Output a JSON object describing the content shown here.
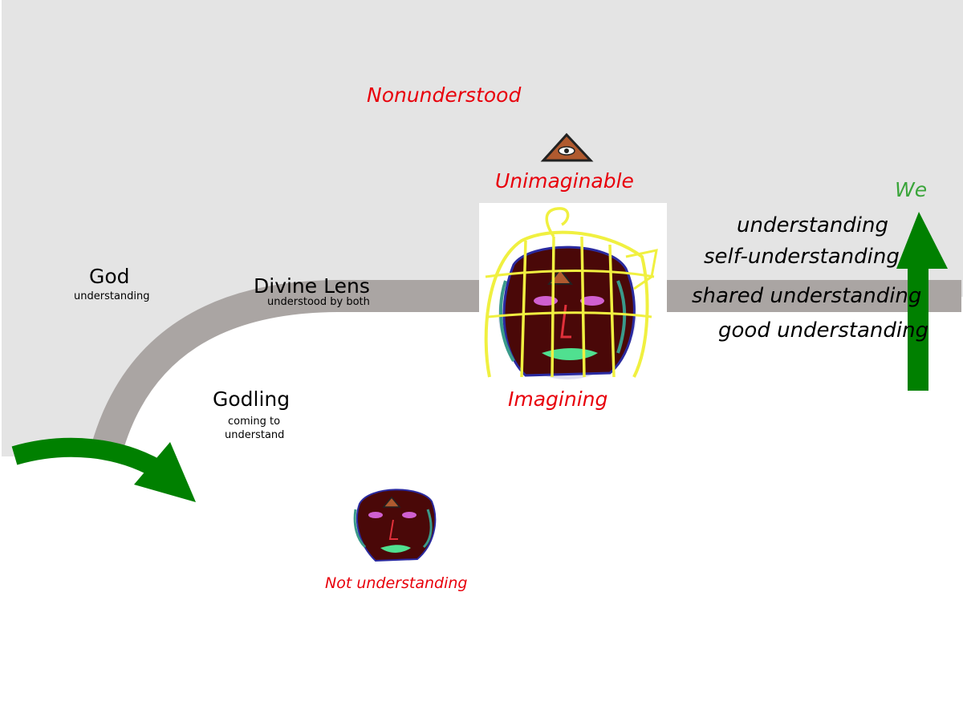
{
  "top_label": "Nonunderstood",
  "upper_label": "Unimaginable",
  "center_label": "Imagining",
  "bottom_label": "Not understanding",
  "god": {
    "title": "God",
    "subtitle": "understanding"
  },
  "lens": {
    "title": "Divine Lens",
    "subtitle": "understood by both"
  },
  "godling": {
    "title": "Godling",
    "subtitle_line1": "coming to",
    "subtitle_line2": "understand"
  },
  "we_label": "We",
  "right_terms": [
    "understanding",
    "self-understanding",
    "shared understanding",
    "good understanding"
  ],
  "icons": [
    "eye-triangle-icon",
    "face-cage-illustration",
    "small-face-illustration",
    "curved-arrow-icon",
    "up-arrow-icon"
  ],
  "colors": {
    "upper_region": "#e4e4e4",
    "lens_band": "#aaa5a3",
    "arrow": "#008000",
    "red_text": "#e8000b",
    "we_text": "#3aa53a"
  }
}
